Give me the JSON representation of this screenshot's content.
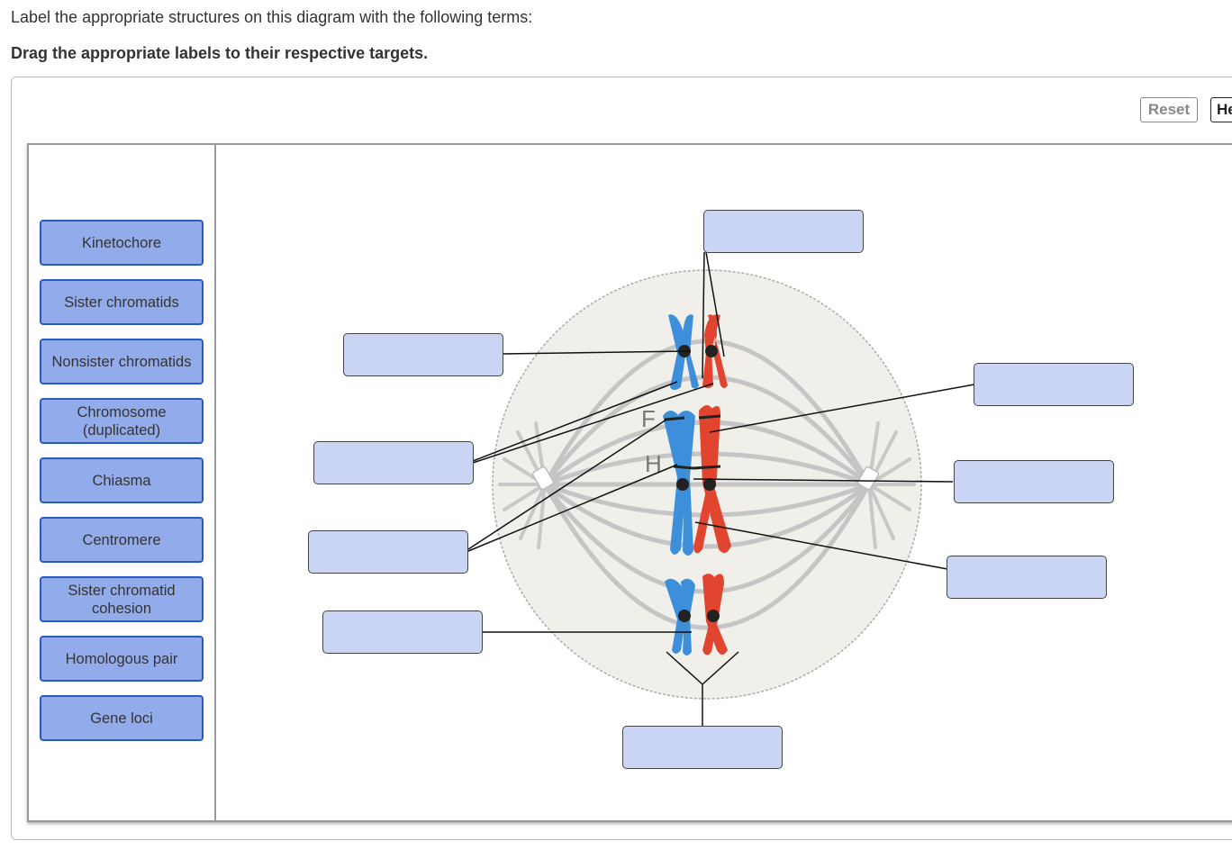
{
  "instructions": {
    "line1": "Label the appropriate structures on this diagram with the following terms:",
    "line2": "Drag the appropriate labels to their respective targets."
  },
  "toolbar": {
    "reset_label": "Reset",
    "help_label": "He"
  },
  "labels": [
    {
      "id": "kinetochore",
      "text": "Kinetochore"
    },
    {
      "id": "sister-chromatids",
      "text": "Sister chromatids"
    },
    {
      "id": "nonsister-chromatids",
      "text": "Nonsister chromatids"
    },
    {
      "id": "chromosome-duplicated",
      "text": "Chromosome (duplicated)"
    },
    {
      "id": "chiasma",
      "text": "Chiasma"
    },
    {
      "id": "centromere",
      "text": "Centromere"
    },
    {
      "id": "sister-chromatid-cohesion",
      "text": "Sister chromatid cohesion"
    },
    {
      "id": "homologous-pair",
      "text": "Homologous pair"
    },
    {
      "id": "gene-loci",
      "text": "Gene loci"
    }
  ],
  "diagram": {
    "gene_marker_f": "F",
    "gene_marker_h": "H",
    "colors": {
      "cell": "#f0efea",
      "spindle": "#c5c5c5",
      "chromosome_blue": "#3d8fd9",
      "chromosome_red": "#e2452f",
      "kinetochore": "#222222"
    }
  }
}
